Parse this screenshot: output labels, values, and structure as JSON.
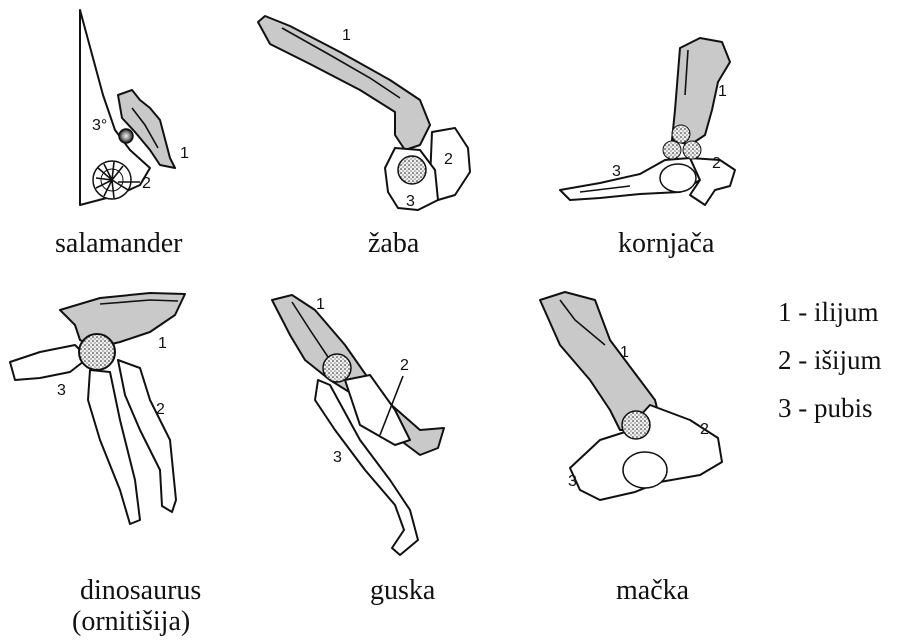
{
  "captions": {
    "salamander": "salamander",
    "zaba": "žaba",
    "kornjaca": "kornjača",
    "dinosaurus_line1": "dinosaurus",
    "dinosaurus_line2": "(ornitišija)",
    "guska": "guska",
    "macka": "mačka"
  },
  "part_numbers": {
    "one": "1",
    "two": "2",
    "three": "3",
    "three_deg": "3°"
  },
  "legend": {
    "item1": "1 - ilijum",
    "item2": "2 - išijum",
    "item3": "3 - pubis"
  },
  "colors": {
    "ilium_fill": "#c9c9c9",
    "outline": "#111111"
  }
}
